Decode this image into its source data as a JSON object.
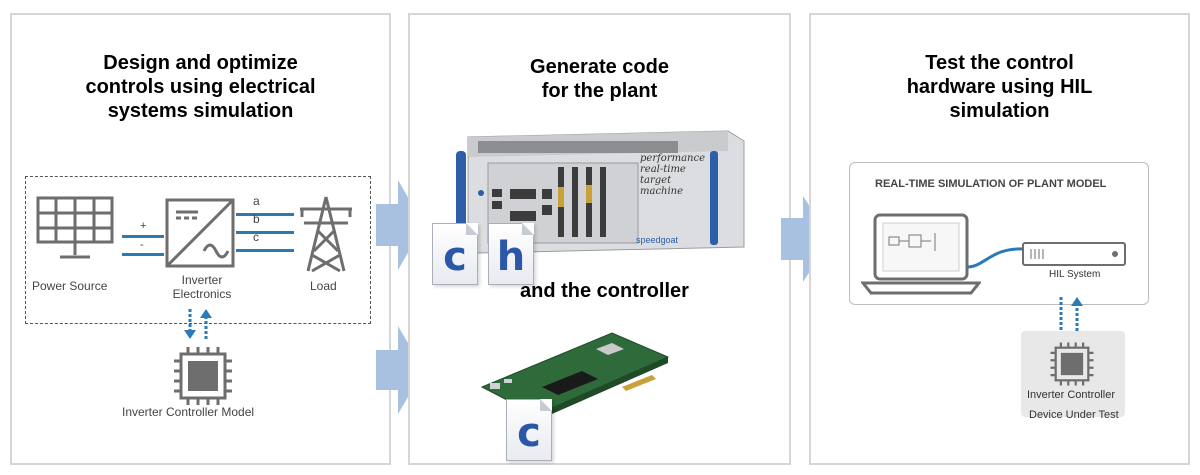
{
  "panel1": {
    "title": "Design and optimize\ncontrols using electrical\nsystems simulation",
    "power_source_label": "Power Source",
    "inverter_label": "Inverter\nElectronics",
    "load_label": "Load",
    "plus_sign": "+",
    "minus_sign": "-",
    "phase_a": "a",
    "phase_b": "b",
    "phase_c": "c",
    "controller_model_label": "Inverter Controller Model"
  },
  "panel2": {
    "title": "Generate code\nfor the plant",
    "controller_caption": "and the controller",
    "target_text": "performance\nreal-time\ntarget\nmachine",
    "brand_text": "speedgoat",
    "file_c": "c",
    "file_h": "h",
    "file_c2": "c"
  },
  "panel3": {
    "title": "Test the control\nhardware using HIL\nsimulation",
    "box_title": "REAL-TIME SIMULATION OF PLANT MODEL",
    "hil_label": "HIL System",
    "controller_label": "Inverter Controller",
    "dut_label": "Device Under Test"
  },
  "colors": {
    "arrow": "#a9c1e0",
    "accent_blue": "#2a7ab8",
    "icon_gray": "#6e6e6e",
    "panel_border": "#d6d6d6"
  }
}
